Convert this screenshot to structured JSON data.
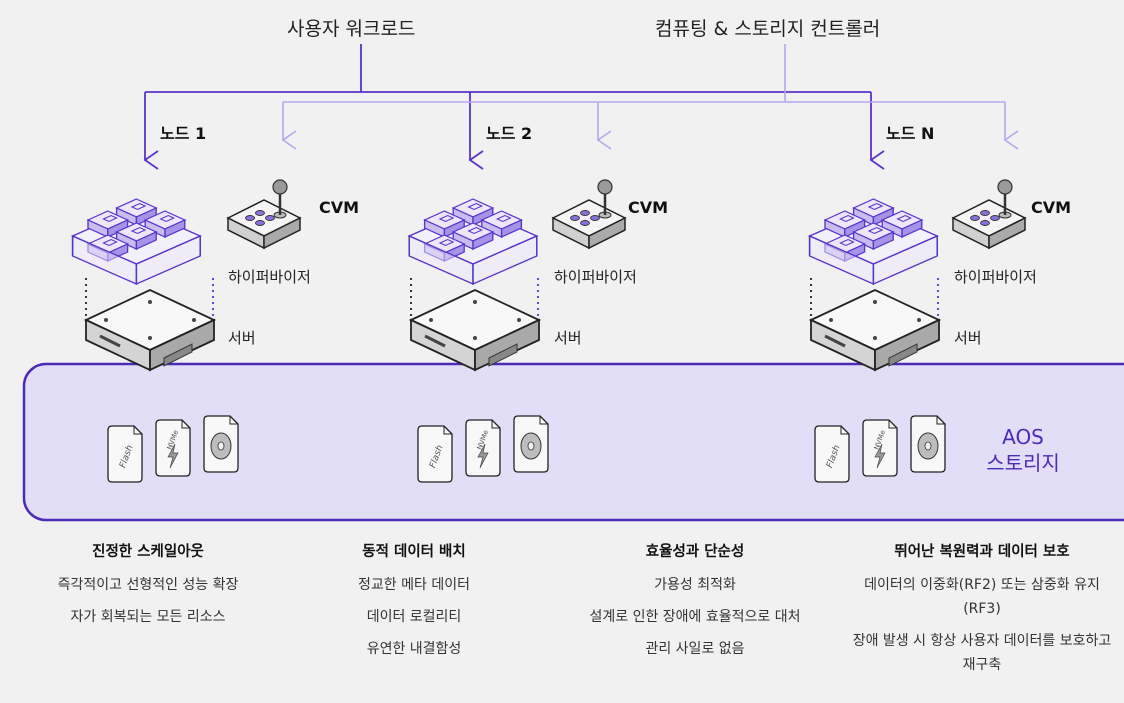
{
  "header": {
    "workload": "사용자 워크로드",
    "controller": "컴퓨팅 & 스토리지 컨트롤러"
  },
  "nodes": [
    {
      "label": "노드 1",
      "cvm": "CVM",
      "hypervisor": "하이퍼바이저",
      "server": "서버"
    },
    {
      "label": "노드 2",
      "cvm": "CVM",
      "hypervisor": "하이퍼바이저",
      "server": "서버"
    },
    {
      "label": "노드 N",
      "cvm": "CVM",
      "hypervisor": "하이퍼바이저",
      "server": "서버"
    }
  ],
  "drive_labels": {
    "flash": "Flash",
    "nvme": "NVMe"
  },
  "storage": {
    "line1": "AOS",
    "line2": "스토리지"
  },
  "features": [
    {
      "title": "진정한 스케일아웃",
      "items": [
        "즉각적이고 선형적인 성능 확장",
        "자가 회복되는 모든 리소스"
      ]
    },
    {
      "title": "동적 데이터 배치",
      "items": [
        "정교한 메타 데이터",
        "데이터 로컬리티",
        "유연한 내결함성"
      ]
    },
    {
      "title": "효율성과 단순성",
      "items": [
        "가용성 최적화",
        "설계로 인한 장애에 효율적으로 대처",
        "관리 사일로 없음"
      ]
    },
    {
      "title": "뛰어난 복원력과 데이터 보호",
      "items": [
        "데이터의 이중화(RF2) 또는 삼중화 유지(RF3)",
        "장애 발생 시 항상 사용자 데이터를 보호하고 재구축"
      ]
    }
  ],
  "colors": {
    "accent": "#4b2bb8",
    "purple_line": "#5a33c9",
    "light_arrow": "#b6a7ee",
    "storage_fill": "#e3def7",
    "background": "#f1f1f2"
  }
}
